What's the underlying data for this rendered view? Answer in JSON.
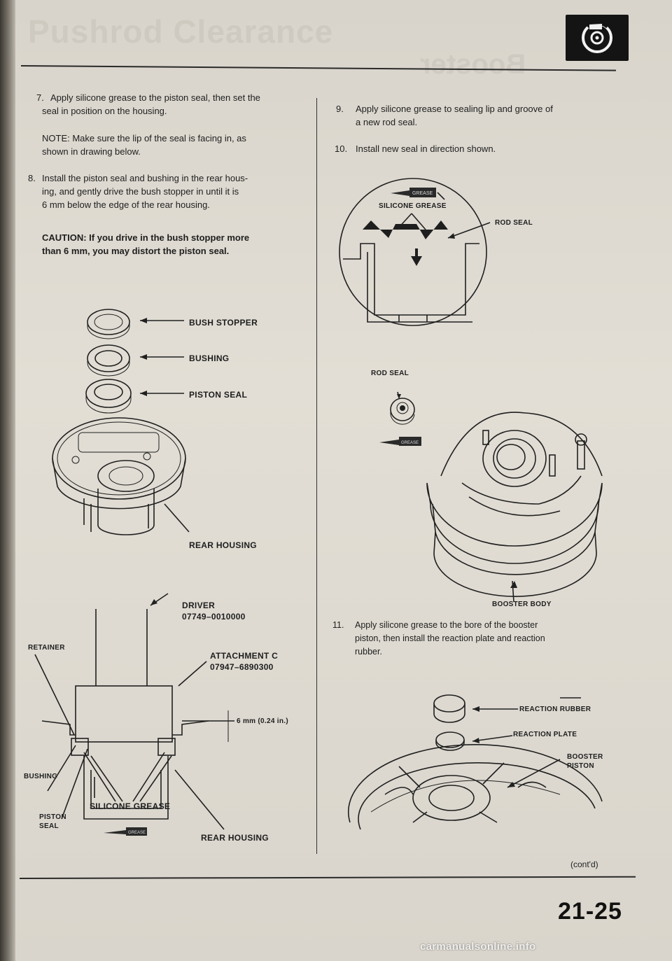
{
  "header": {
    "ghost_title": "Pushrod Clearance",
    "ghost_title_right": "Booster",
    "logo_icon": "brake-disc-icon"
  },
  "left_column": {
    "step7": {
      "number": "7.",
      "text_line1": "Apply silicone grease to the piston seal, then set the",
      "text_line2": "seal in position on the housing."
    },
    "note": {
      "line1": "NOTE: Make sure the lip of the seal is facing in, as",
      "line2": "shown in drawing below."
    },
    "step8": {
      "number": "8.",
      "line1": "Install the piston seal and bushing in the rear hous-",
      "line2": "ing, and gently drive the bush stopper in until it is",
      "line3": "6 mm below the edge of the rear housing."
    },
    "caution": {
      "line1": "CAUTION: If you drive in the bush stopper more",
      "line2": "than 6 mm, you may distort the piston seal."
    },
    "figure1": {
      "bush_stopper": "BUSH STOPPER",
      "bushing": "BUSHING",
      "piston_seal": "PISTON SEAL",
      "rear_housing": "REAR HOUSING"
    },
    "figure2": {
      "driver": "DRIVER",
      "driver_pn": "07749–0010000",
      "retainer": "RETAINER",
      "attachment": "ATTACHMENT C",
      "attachment_pn": "07947–6890300",
      "dimension": "6 mm (0.24 in.)",
      "bushing": "BUSHING",
      "piston_seal_1": "PISTON",
      "piston_seal_2": "SEAL",
      "silicone_grease": "SILICONE GREASE",
      "rear_housing": "REAR HOUSING",
      "tube_label": "GREASE"
    }
  },
  "right_column": {
    "step9": {
      "number": "9.",
      "line1": "Apply silicone grease to sealing lip and groove of",
      "line2": "a new rod seal."
    },
    "step10": {
      "number": "10.",
      "line1": "Install new seal in direction shown."
    },
    "figure3": {
      "tube_label": "GREASE",
      "silicone_grease": "SILICONE GREASE",
      "rod_seal": "ROD SEAL",
      "rod_seal_2": "ROD SEAL",
      "booster_body": "BOOSTER BODY"
    },
    "step11": {
      "number": "11.",
      "line1": "Apply silicone grease to the bore of the booster",
      "line2": "piston, then install the reaction plate and reaction",
      "line3": "rubber."
    },
    "figure4": {
      "reaction_rubber": "REACTION RUBBER",
      "reaction_plate": "REACTION PLATE",
      "booster_piston_1": "BOOSTER",
      "booster_piston_2": "PISTON"
    }
  },
  "footer": {
    "contd": "(cont'd)",
    "page_number": "21-25",
    "watermark": "carmanualsonline.info"
  }
}
